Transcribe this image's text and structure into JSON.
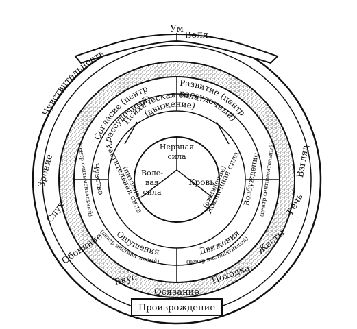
{
  "colors": {
    "ink": "#111111",
    "paper": "#ffffff",
    "band_texture": "#8a8a8a"
  },
  "top": {
    "mind": "Ум",
    "sensitivity": "Чувствительность",
    "will": "Воля"
  },
  "left_senses": [
    "Зрение",
    "Слух",
    "Обоняние",
    "Вкус"
  ],
  "bottom": {
    "touch": "Осязание",
    "production": "Произрождение"
  },
  "right_expressions": [
    "Взгляд",
    "Речь",
    "Жесты",
    "Походка"
  ],
  "ring": {
    "consent": [
      "Согласие (центр",
      "рассудочный)"
    ],
    "development": [
      "Развитие (центр",
      "рассудочный)"
    ],
    "psychic_force": [
      "Психическая сила",
      "(движение)"
    ],
    "feeling": "Чувство",
    "sentimental_left": "(центр сентиментальный)",
    "vegetative_force": [
      "Растительная сила",
      "(питание)"
    ],
    "excitation": "Возбуждение",
    "sentimental_right": "(центр сентиментальный)",
    "vital_force": [
      "Жизненная сила",
      "(оживление)"
    ],
    "sensations": "Ощущения",
    "instinctive_left": "(центр инстинктивный)",
    "movements": "Движения",
    "instinctive_right": "(центр инстинктивный)"
  },
  "core": {
    "nervous": [
      "Нервная",
      "сила"
    ],
    "volitional": [
      "Воле-",
      "вая",
      "сила"
    ],
    "blood": "Кровь"
  }
}
